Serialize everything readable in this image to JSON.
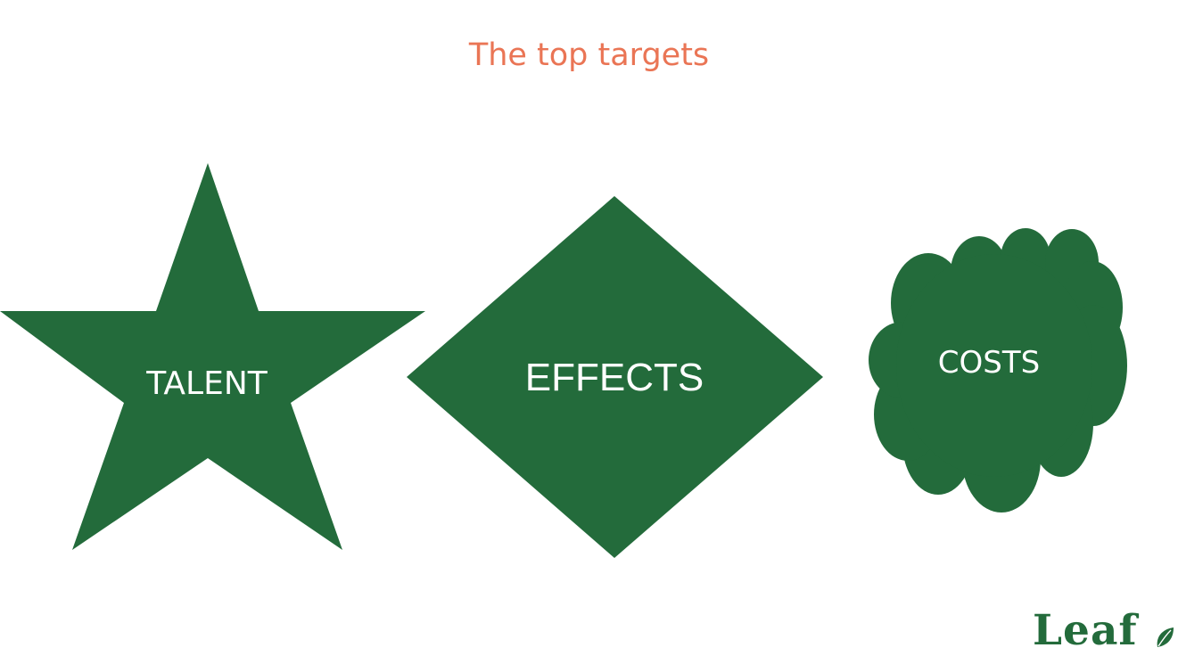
{
  "slide": {
    "title": "The top targets"
  },
  "shapes": [
    {
      "shape": "star",
      "label": "TALENT"
    },
    {
      "shape": "diamond",
      "label": "EFFECTS"
    },
    {
      "shape": "cloud",
      "label": "COSTS"
    }
  ],
  "logo": {
    "text": "Leaf",
    "icon": "leaf-icon"
  },
  "colors": {
    "title": "#ea7555",
    "shape_fill": "#236b3b",
    "shape_text": "#ffffff",
    "logo": "#236b3b",
    "background": "#ffffff"
  }
}
